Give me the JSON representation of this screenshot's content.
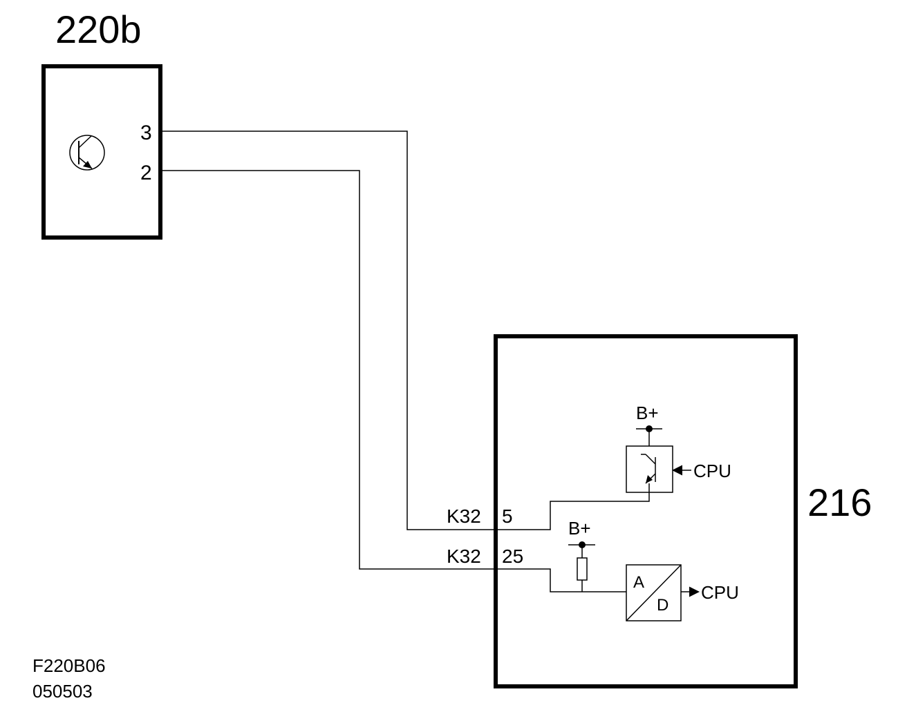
{
  "components": {
    "sensor": {
      "id": "220b",
      "pins": {
        "top": "3",
        "bottom": "2"
      }
    },
    "module": {
      "id": "216"
    }
  },
  "connectors": {
    "upper": {
      "name": "K32",
      "pin": "5"
    },
    "lower": {
      "name": "K32",
      "pin": "25"
    }
  },
  "module_internals": {
    "supply_upper": "B+",
    "supply_lower": "B+",
    "cpu_in": "CPU",
    "cpu_out": "CPU",
    "adc_a": "A",
    "adc_d": "D"
  },
  "footer": {
    "figure_code": "F220B06",
    "date_code": "050503"
  },
  "colors": {
    "ink": "#000000",
    "background": "#ffffff"
  }
}
